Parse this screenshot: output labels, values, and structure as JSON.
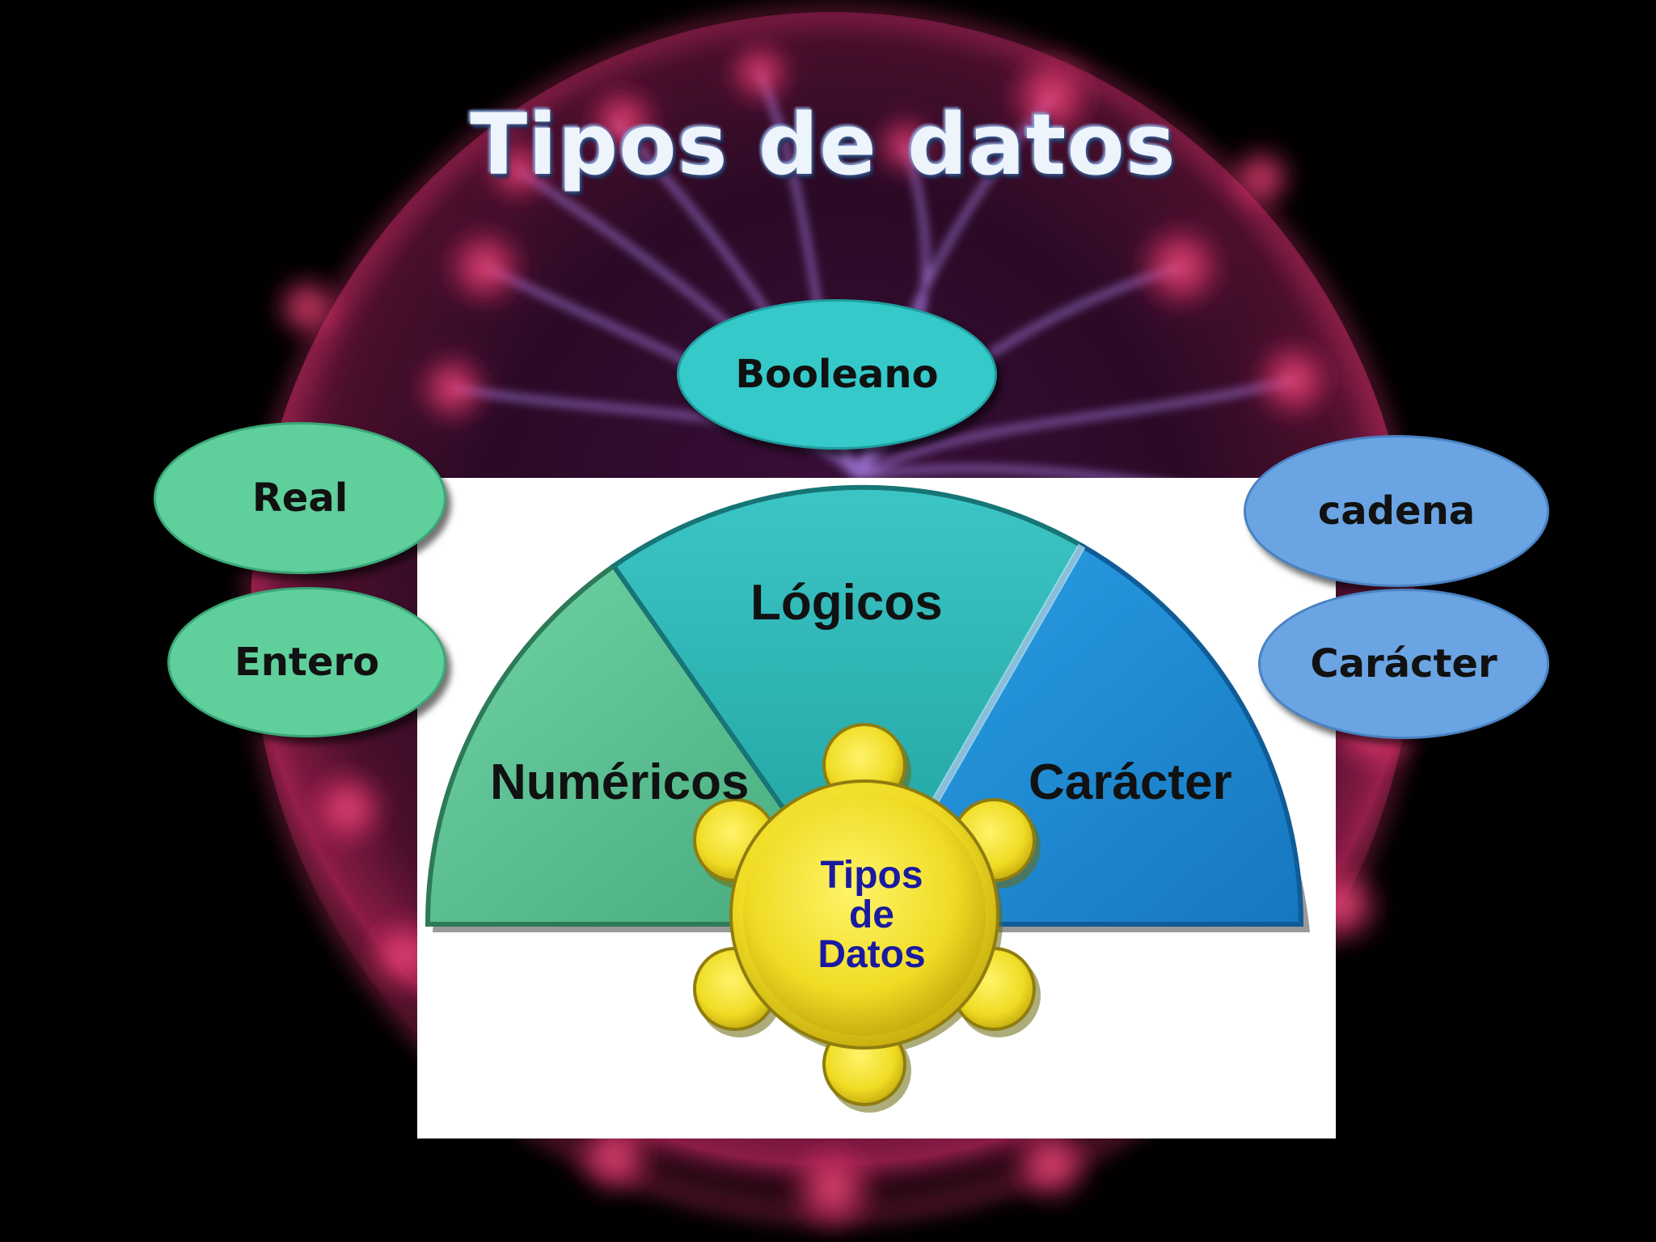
{
  "slide": {
    "title": "Tipos de datos"
  },
  "diagram": {
    "center": [
      "Tipos",
      "de",
      "Datos"
    ],
    "sectors": [
      {
        "label": "Numéricos",
        "color": "#5cbf92"
      },
      {
        "label": "Lógicos",
        "color": "#2db5b5"
      },
      {
        "label": "Carácter",
        "color": "#1f8fd6"
      }
    ]
  },
  "ovals": {
    "booleano": {
      "label": "Booleano",
      "color": "#35c9c9"
    },
    "real": {
      "label": "Real",
      "color": "#5fcf9c"
    },
    "entero": {
      "label": "Entero",
      "color": "#5fcf9c"
    },
    "cadena": {
      "label": "cadena",
      "color": "#6aa4e2"
    },
    "caracter": {
      "label": "Carácter",
      "color": "#6aa4e2"
    }
  },
  "colors": {
    "background": "#000000",
    "plasma": "#e0306a",
    "filaments": "#9b6fd8",
    "gear": "#f2e22e"
  }
}
